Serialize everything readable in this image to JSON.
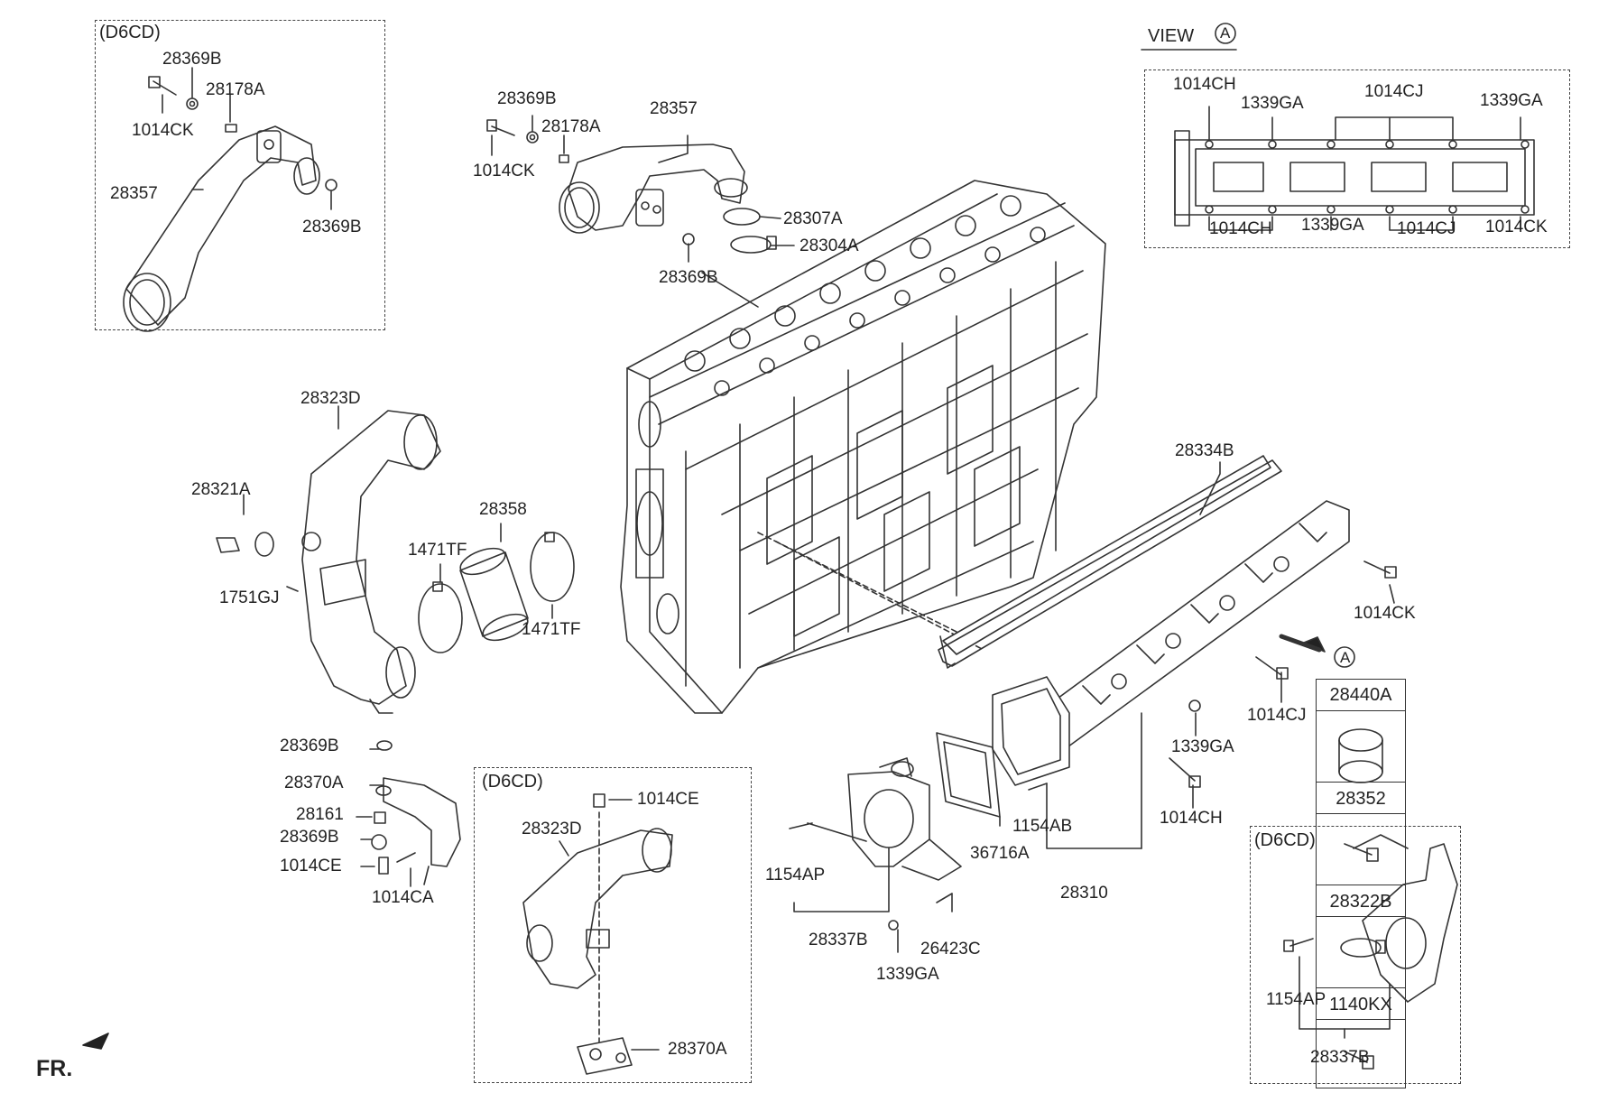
{
  "view_label": "VIEW",
  "view_letter": "A",
  "front_label": "FR.",
  "variant_labels": {
    "top_left": "(D6CD)",
    "bottom_center": "(D6CD)",
    "bottom_right": "(D6CD)"
  },
  "callouts": {
    "tl_28369B_a": "28369B",
    "tl_28178A": "28178A",
    "tl_1014CK": "1014CK",
    "tl_28357": "28357",
    "tl_28369B_b": "28369B",
    "tc_28369B": "28369B",
    "tc_28357": "28357",
    "tc_28178A": "28178A",
    "tc_1014CK": "1014CK",
    "tc_28307A": "28307A",
    "tc_28304A": "28304A",
    "tc_28369B_b": "28369B",
    "v_1014CH_top": "1014CH",
    "v_1339GA_a": "1339GA",
    "v_1014CJ_top": "1014CJ",
    "v_1339GA_b": "1339GA",
    "v_1014CH_bot": "1014CH",
    "v_1339GA_c": "1339GA",
    "v_1014CJ_bot": "1014CJ",
    "v_1014CK": "1014CK",
    "l_28323D": "28323D",
    "l_28321A": "28321A",
    "l_1751GJ": "1751GJ",
    "l_28358": "28358",
    "l_1471TF_a": "1471TF",
    "l_1471TF_b": "1471TF",
    "m_28334B": "28334B",
    "m_1014CK": "1014CK",
    "m_A": "A",
    "m_1014CJ": "1014CJ",
    "m_1339GA": "1339GA",
    "m_1014CH": "1014CH",
    "m_1154AB": "1154AB",
    "m_36716A": "36716A",
    "m_28310": "28310",
    "m_1154AP": "1154AP",
    "m_28337B": "28337B",
    "m_1339GA_b": "1339GA",
    "m_26423C": "26423C",
    "bl_28369B_a": "28369B",
    "bl_28370A": "28370A",
    "bl_28161": "28161",
    "bl_28369B_b": "28369B",
    "bl_1014CE": "1014CE",
    "bl_1014CA": "1014CA",
    "bc_1014CE": "1014CE",
    "bc_28323D": "28323D",
    "bc_28370A": "28370A",
    "br_1154AP": "1154AP",
    "br_28337B": "28337B"
  },
  "side_parts": [
    {
      "code": "28440A",
      "icon": "sleeve-icon"
    },
    {
      "code": "28352",
      "icon": "bolt-icon"
    },
    {
      "code": "28322B",
      "icon": "hose-clamp-icon"
    },
    {
      "code": "1140KX",
      "icon": "bolt-icon"
    }
  ]
}
